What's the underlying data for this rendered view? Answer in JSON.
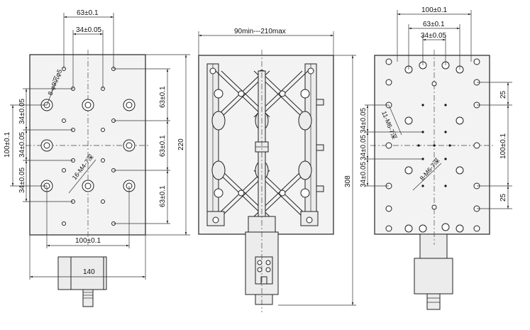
{
  "left_view": {
    "dim_top_outer": "63±0.1",
    "dim_top_inner": "34±0.05",
    "hole_callout_large": "8-φ9沉φ5",
    "dim_left_outer": "100±0.1",
    "dim_left_upper": "34±0.05",
    "dim_left_mid": "34±0.05",
    "dim_left_lower": "34±0.05",
    "hole_callout_small": "16-M4-7深",
    "dim_right_upper": "63±0.1",
    "dim_right_mid": "63±0.1",
    "dim_right_lower": "63±0.1",
    "dim_height": "220",
    "dim_bottom_inner": "100±0.1",
    "dim_bottom_outer": "140"
  },
  "middle_view": {
    "dim_stroke": "90min---210max",
    "dim_height": "308"
  },
  "right_view": {
    "dim_top_outer": "100±0.1",
    "dim_top_mid": "63±0.1",
    "dim_top_inner": "34±0.05",
    "hole_callout_upper": "11-M6-7深",
    "hole_callout_lower": "8-M6-7深",
    "dim_left_upper": "34±0.05",
    "dim_left_mid": "34±0.05",
    "dim_left_lower": "34±0.05",
    "dim_right_top": "25",
    "dim_right_mid": "100±0.1",
    "dim_right_bottom": "25"
  },
  "colors": {
    "line": "#222222",
    "fill": "#f3f3f3",
    "background": "#ffffff"
  }
}
